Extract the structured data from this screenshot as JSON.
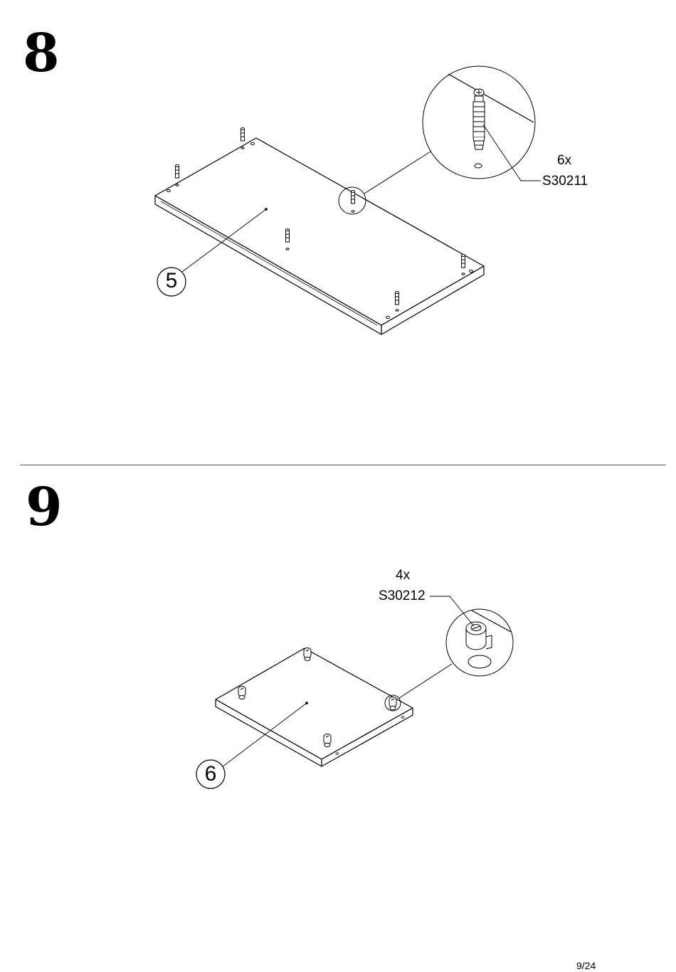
{
  "steps": [
    {
      "number": "8",
      "part": {
        "label": "5"
      },
      "hardware": {
        "quantity": "6x",
        "code": "S30211"
      }
    },
    {
      "number": "9",
      "part": {
        "label": "6"
      },
      "hardware": {
        "quantity": "4x",
        "code": "S30212"
      }
    }
  ],
  "footer": {
    "page": "9/24"
  }
}
